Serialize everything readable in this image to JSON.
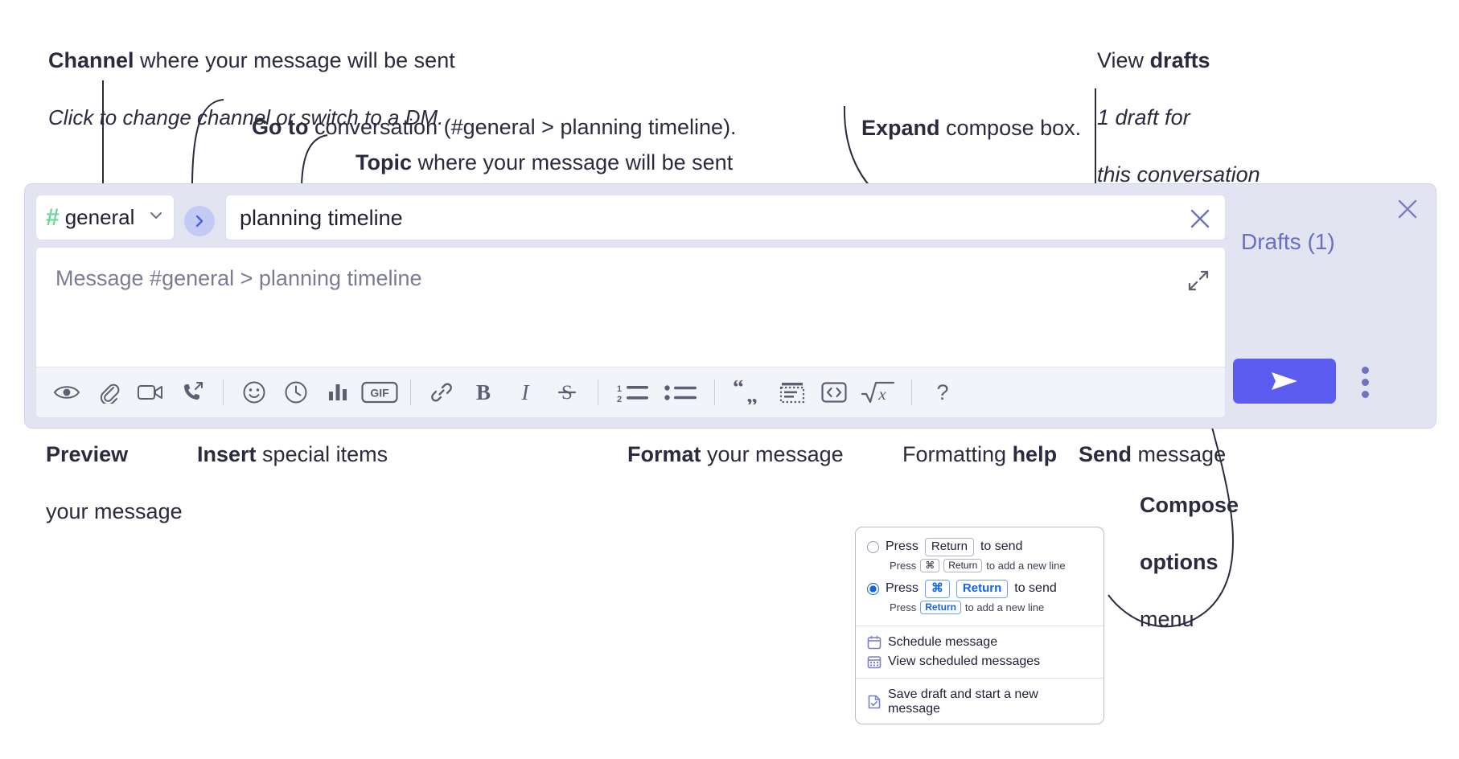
{
  "annotations": {
    "channel": {
      "bold": "Channel",
      "rest": " where your message will be sent",
      "italic": "Click to change channel or switch to a DM."
    },
    "goto": {
      "bold": "Go to",
      "rest": " conversation (#general > planning timeline)."
    },
    "topic": {
      "bold": "Topic",
      "rest": " where your message will be sent"
    },
    "expand": {
      "bold": "Expand",
      "rest": " compose box."
    },
    "drafts": {
      "prefix": "View ",
      "bold": "drafts",
      "italic1": "1 draft for",
      "italic2": "this conversation"
    },
    "preview": {
      "bold": "Preview",
      "rest": "your message"
    },
    "insert": {
      "bold": "Insert",
      "rest": " special items"
    },
    "format": {
      "bold": "Format",
      "rest": " your message"
    },
    "help": {
      "prefix": "Formatting ",
      "bold": "help"
    },
    "send": {
      "bold": "Send",
      "rest": " message"
    },
    "compose_options": {
      "bold1": "Compose",
      "bold2": "options",
      "rest": "menu"
    }
  },
  "compose": {
    "channel": {
      "hash": "#",
      "name": "general",
      "chevron_icon": "chevron-down-icon"
    },
    "goto_icon": "chevron-right-icon",
    "topic": {
      "value": "planning timeline",
      "clear_icon": "close-icon"
    },
    "message": {
      "placeholder": "Message #general > planning timeline",
      "expand_icon": "expand-icon"
    },
    "drafts_label": "Drafts (1)",
    "panel_close_icon": "close-icon",
    "send_icon": "send-paper-plane-icon",
    "kebab_icon": "more-options-icon",
    "toolbar": [
      {
        "name": "preview-icon",
        "group": "preview"
      },
      {
        "name": "attachment-icon",
        "group": "insert"
      },
      {
        "name": "video-icon",
        "group": "insert"
      },
      {
        "name": "huddle-call-icon",
        "group": "insert"
      },
      {
        "name": "separator",
        "group": "sep"
      },
      {
        "name": "emoji-icon",
        "group": "insert"
      },
      {
        "name": "clock-icon",
        "group": "insert"
      },
      {
        "name": "poll-bar-chart-icon",
        "group": "insert"
      },
      {
        "name": "gif-icon",
        "group": "insert",
        "label": "GIF"
      },
      {
        "name": "separator",
        "group": "sep"
      },
      {
        "name": "link-icon",
        "group": "format"
      },
      {
        "name": "bold-icon",
        "group": "format",
        "label": "B"
      },
      {
        "name": "italic-icon",
        "group": "format",
        "label": "I"
      },
      {
        "name": "strikethrough-icon",
        "group": "format",
        "label": "S"
      },
      {
        "name": "separator",
        "group": "sep"
      },
      {
        "name": "ordered-list-icon",
        "group": "format"
      },
      {
        "name": "bullet-list-icon",
        "group": "format"
      },
      {
        "name": "separator",
        "group": "sep"
      },
      {
        "name": "blockquote-icon",
        "group": "format"
      },
      {
        "name": "code-block-icon",
        "group": "format"
      },
      {
        "name": "inline-code-icon",
        "group": "format"
      },
      {
        "name": "math-icon",
        "group": "format"
      },
      {
        "name": "separator",
        "group": "sep"
      },
      {
        "name": "formatting-help-icon",
        "group": "help",
        "label": "?"
      }
    ]
  },
  "menu": {
    "option1": {
      "selected": false,
      "press": "Press",
      "key": "Return",
      "tail": "to send",
      "sub_press": "Press",
      "sub_key1": "⌘",
      "sub_key2": "Return",
      "sub_tail": "to add a new line"
    },
    "option2": {
      "selected": true,
      "press": "Press",
      "key1": "⌘",
      "key2": "Return",
      "tail": "to send",
      "sub_press": "Press",
      "sub_key": "Return",
      "sub_tail": "to add a new line"
    },
    "items": [
      {
        "icon": "calendar-schedule-icon",
        "label": "Schedule message"
      },
      {
        "icon": "calendar-grid-icon",
        "label": "View scheduled messages"
      },
      {
        "icon": "save-draft-icon",
        "label": "Save draft and start a new message"
      }
    ]
  },
  "colors": {
    "panel_bg": "#e2e4f2",
    "send_button": "#5c5cf0",
    "accent_purple": "#6a6fc4",
    "hash_green": "#6fd39a",
    "goto_circle": "#c3cbf5",
    "text_dark": "#2b2b40",
    "key_blue": "#1264e4"
  }
}
